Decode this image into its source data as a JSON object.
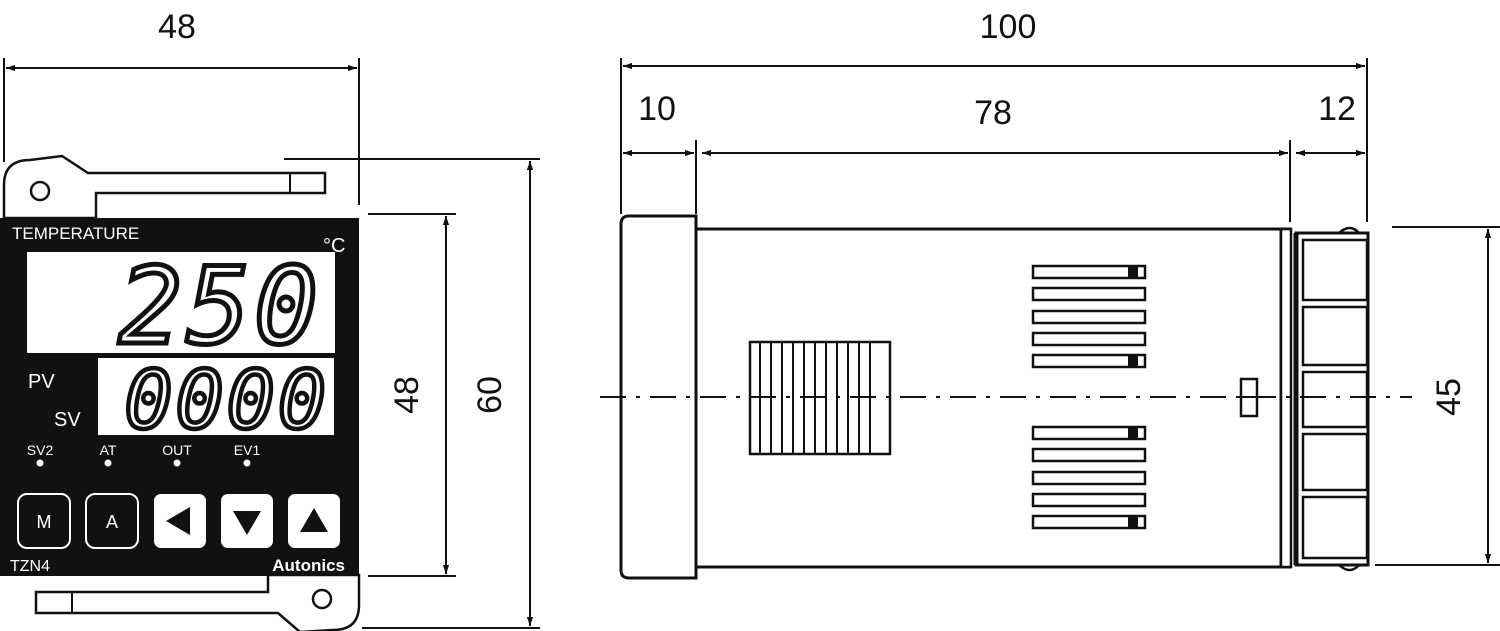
{
  "front_view": {
    "label_top": "TEMPERATURE",
    "unit": "°C",
    "pv_value": "250",
    "sv_value": "0000",
    "pv_label": "PV",
    "sv_label": "SV",
    "indicators": [
      "SV2",
      "AT",
      "OUT",
      "EV1"
    ],
    "buttons": {
      "mode": "M",
      "auto": "A",
      "left_icon": "triangle-left-icon",
      "down_icon": "triangle-down-icon",
      "up_icon": "triangle-up-icon"
    },
    "model": "TZN4",
    "brand": "Autonics",
    "dims": {
      "width_top": "48",
      "height_panel": "48",
      "height_total": "60"
    }
  },
  "side_view": {
    "dims": {
      "total_length": "100",
      "front_bezel": "10",
      "body": "78",
      "rear_terminal": "12",
      "height": "45"
    }
  }
}
